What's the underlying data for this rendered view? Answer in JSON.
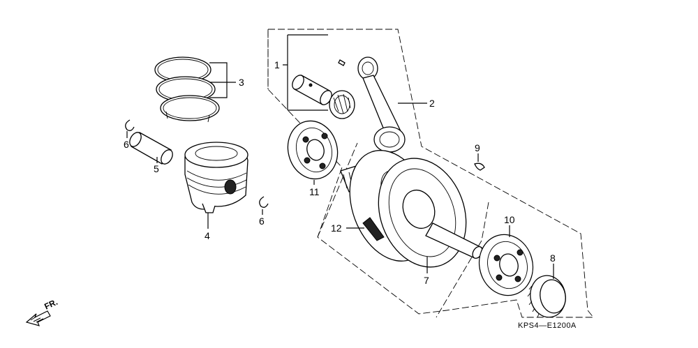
{
  "diagram": {
    "callouts": [
      {
        "id": "1",
        "label": "1"
      },
      {
        "id": "2",
        "label": "2"
      },
      {
        "id": "3",
        "label": "3"
      },
      {
        "id": "4",
        "label": "4"
      },
      {
        "id": "5",
        "label": "5"
      },
      {
        "id": "6a",
        "label": "6"
      },
      {
        "id": "6b",
        "label": "6"
      },
      {
        "id": "7",
        "label": "7"
      },
      {
        "id": "8",
        "label": "8"
      },
      {
        "id": "9",
        "label": "9"
      },
      {
        "id": "10",
        "label": "10"
      },
      {
        "id": "11",
        "label": "11"
      },
      {
        "id": "12",
        "label": "12"
      }
    ],
    "direction_label": "FR.",
    "part_code": "KPS4—E1200A"
  }
}
